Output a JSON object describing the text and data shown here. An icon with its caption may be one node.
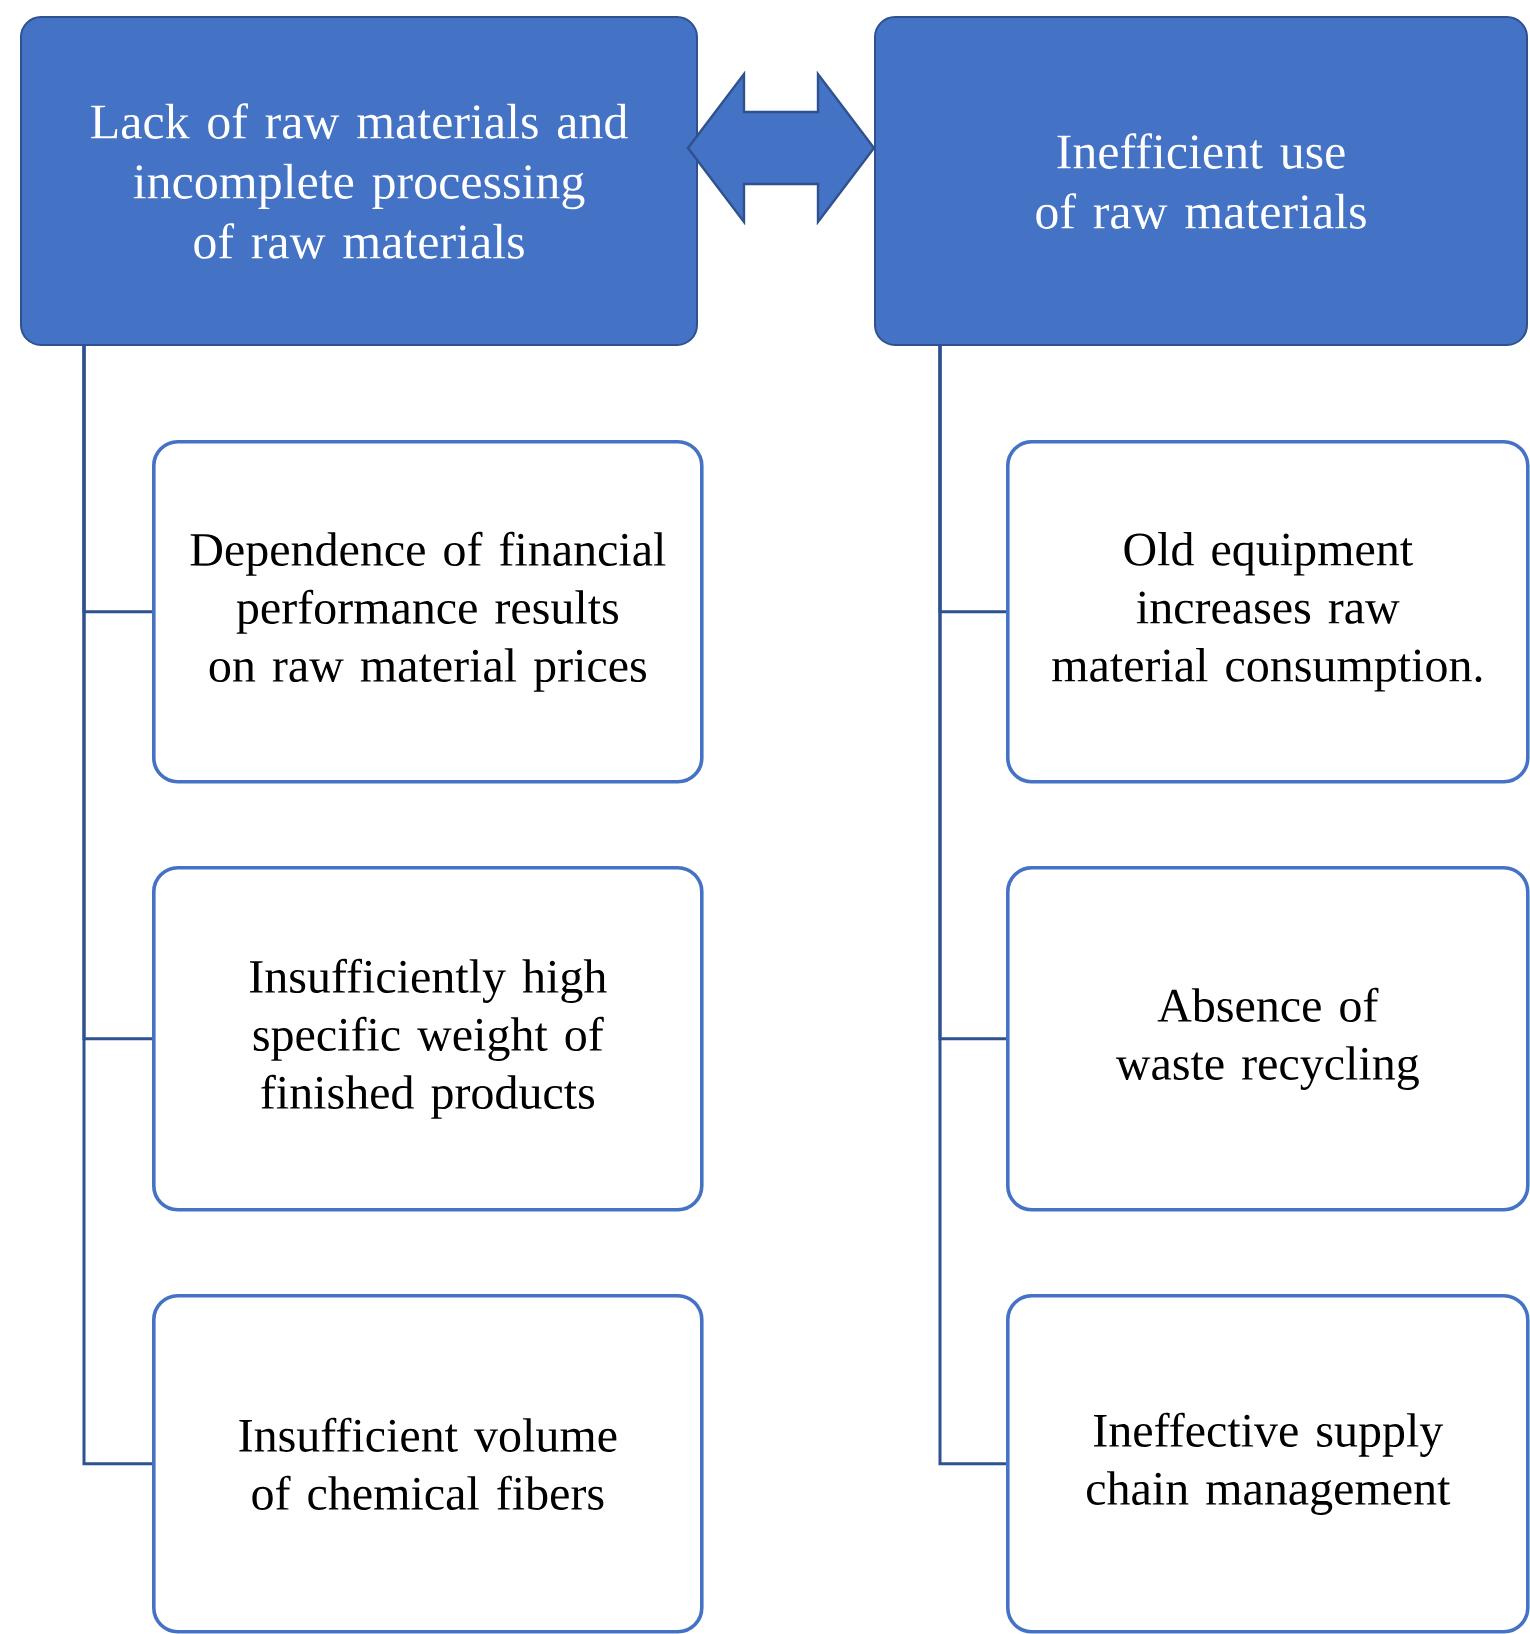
{
  "diagram": {
    "nodes": [
      {
        "text": [
          "Lack of raw materials and incomplete processing of raw materials"
        ]
      },
      {
        "text": [
          "Inefficient use of raw materials"
        ]
      },
      {
        "text": [
          "Dependence of financial performance results on raw material prices"
        ]
      },
      {
        "text": [
          "Insufficiently high specific weight of finished products"
        ]
      },
      {
        "text": [
          "Insufficient volume of chemical fibers"
        ]
      },
      {
        "text": [
          "Old equipment increases raw material consumption."
        ]
      },
      {
        "text": [
          "Absence of waste recycling"
        ]
      },
      {
        "text": [
          "Ineffective supply chain management"
        ]
      }
    ],
    "edges": [
      {
        "from": 0,
        "to": 1,
        "arrow": "both"
      },
      {
        "from": 0,
        "to": 2,
        "arrow": "none"
      },
      {
        "from": 0,
        "to": 3,
        "arrow": "none"
      },
      {
        "from": 0,
        "to": 4,
        "arrow": "none"
      },
      {
        "from": 1,
        "to": 5,
        "arrow": "none"
      },
      {
        "from": 1,
        "to": 6,
        "arrow": "none"
      },
      {
        "from": 1,
        "to": 7,
        "arrow": "none"
      }
    ]
  }
}
